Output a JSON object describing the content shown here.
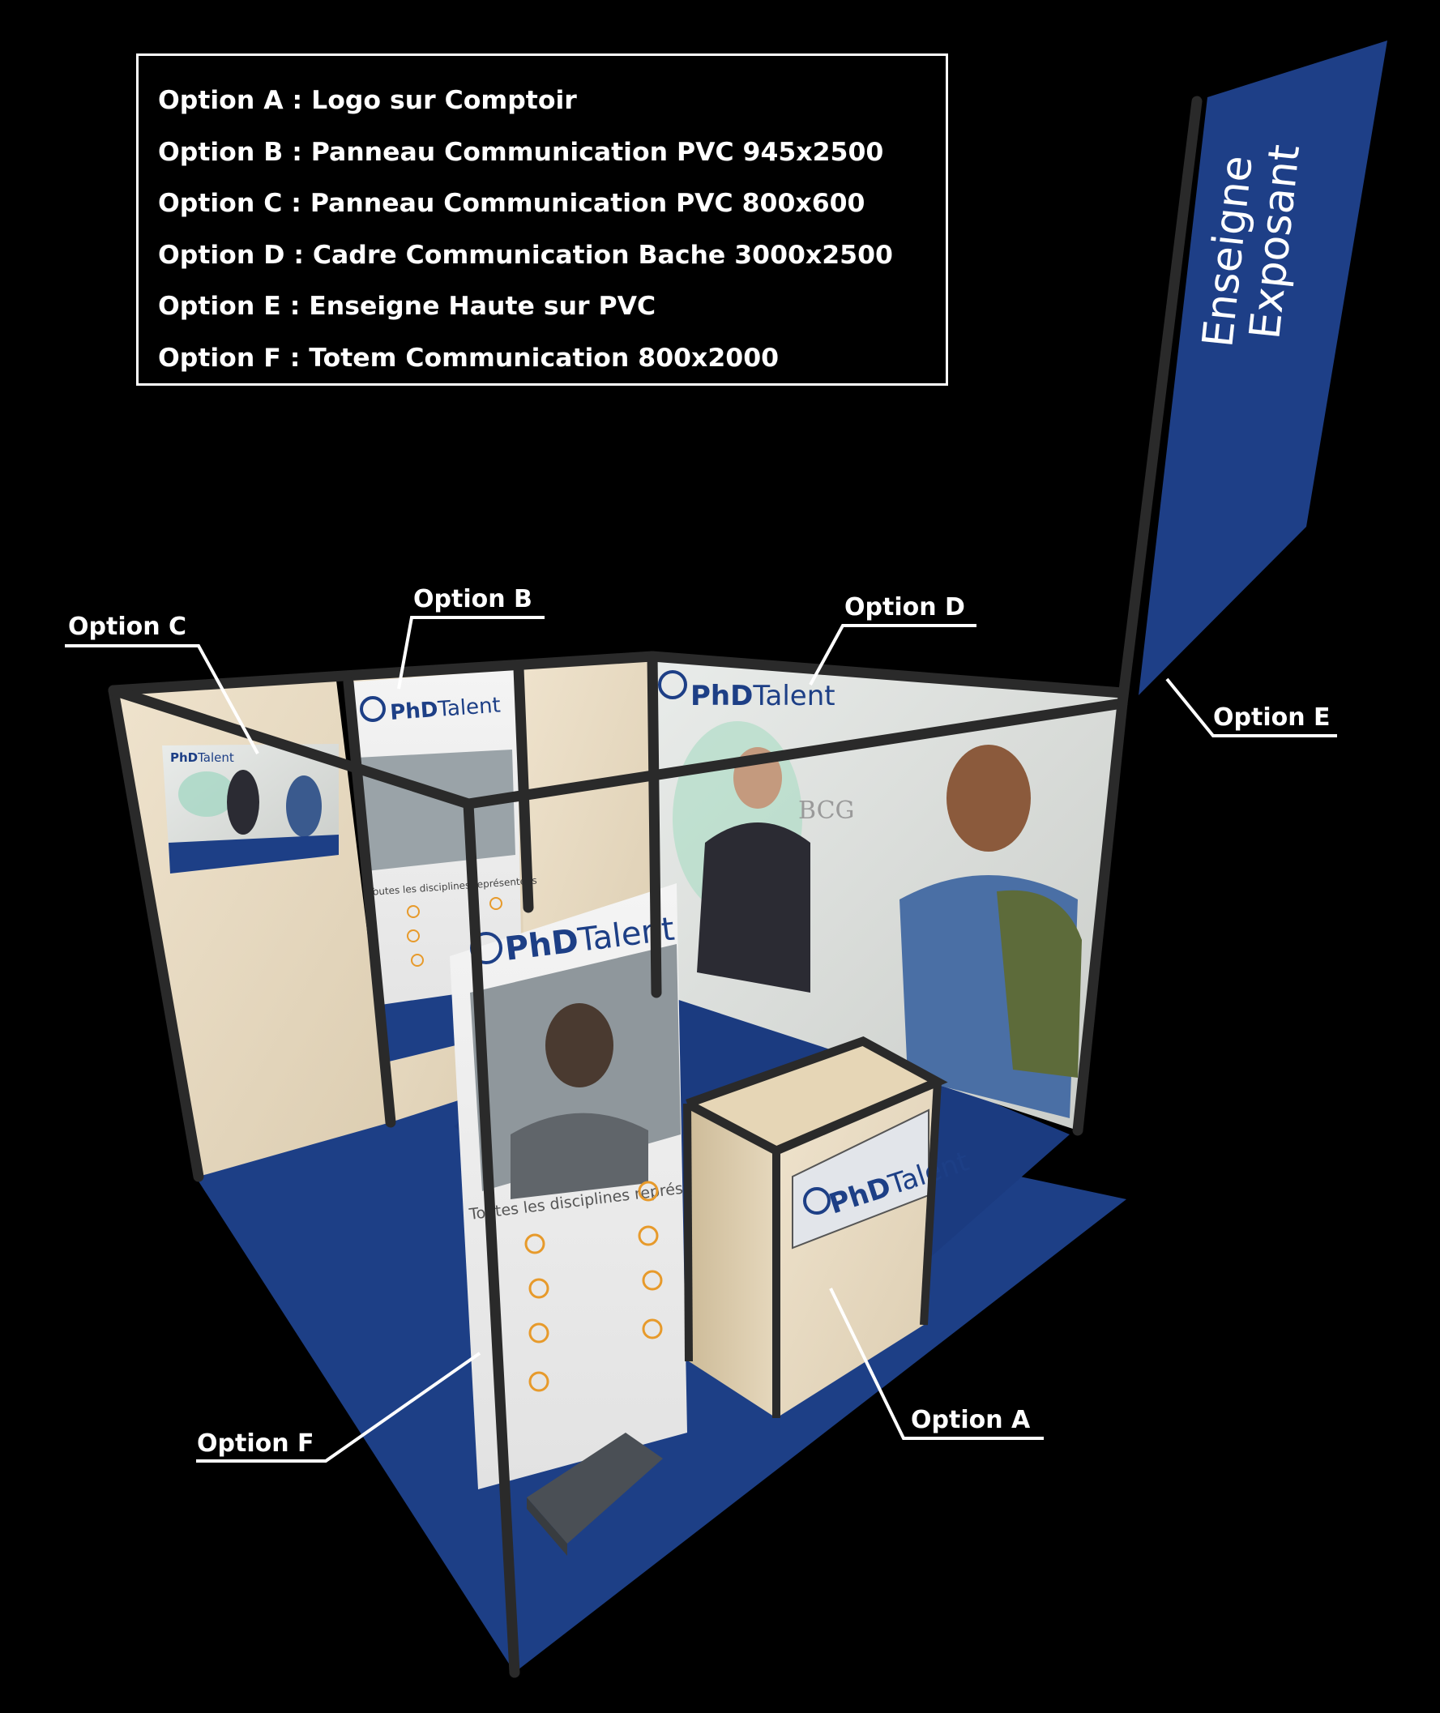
{
  "legend": {
    "items": [
      "Option A : Logo sur Comptoir",
      "Option B : Panneau Communication PVC 945x2500",
      "Option C : Panneau Communication PVC 800x600",
      "Option D : Cadre Communication Bache 3000x2500",
      "Option E : Enseigne Haute sur PVC",
      "Option F : Totem Communication 800x2000"
    ]
  },
  "callouts": {
    "a": "Option A",
    "b": "Option B",
    "c": "Option C",
    "d": "Option D",
    "e": "Option E",
    "f": "Option F"
  },
  "sign": {
    "line1": "Enseigne",
    "line2": "Exposant"
  },
  "brand": {
    "name_phd": "PhD",
    "name_talent": "Talent"
  },
  "poster": {
    "heading": "Toutes les disciplines représentées"
  },
  "photo": {
    "text": "BCG"
  },
  "colors": {
    "background": "#000000",
    "carpet": "#1d3f86",
    "sign_blue": "#1e3f87",
    "wood": "#e9dcc4",
    "frame": "#2a2a2a",
    "accent": "#e79a2b",
    "brand_blue": "#1d3f86"
  }
}
